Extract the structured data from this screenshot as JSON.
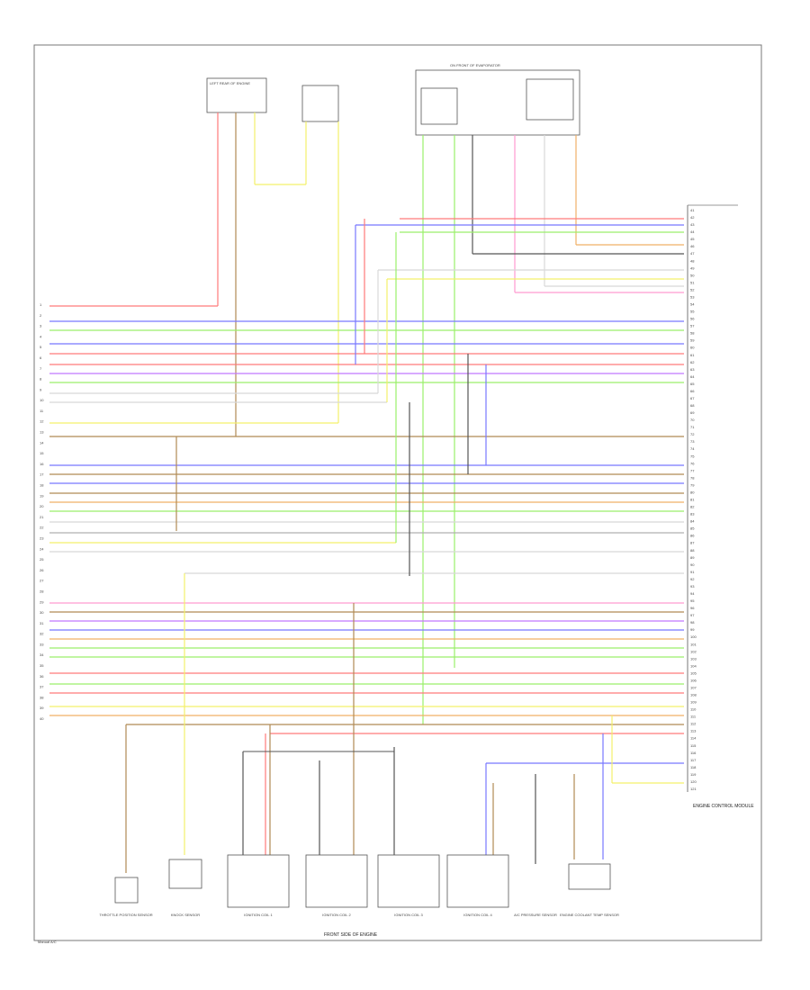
{
  "colors": {
    "red": "#ff7a7a",
    "pink": "#ff9ad0",
    "blue": "#7878ff",
    "green": "#9aef6a",
    "yellow": "#f4f06a",
    "orange": "#f0b066",
    "brown": "#b08a54",
    "violet": "#c078ff",
    "gray": "#b0b0b0",
    "black": "#555555",
    "white": "#d8d8d8"
  },
  "diagram": {
    "sheet_title": "Manual A/C",
    "top_left_component": "LEFT REAR OF ENGINE",
    "top_right_component": "ON FRONT OF EVAPORATOR",
    "right_module": "ENGINE CONTROL MODULE",
    "bottom_center_label": "FRONT SIDE OF ENGINE",
    "bottom_components": [
      "THROTTLE POSITION SENSOR",
      "KNOCK SENSOR",
      "IGNITION COIL 1",
      "IGNITION COIL 2",
      "IGNITION COIL 3",
      "IGNITION COIL 4",
      "A/C PRESSURE SENSOR",
      "ENGINE COOLANT TEMP SENSOR"
    ],
    "left_pins": [
      "1",
      "2",
      "3",
      "4",
      "5",
      "6",
      "7",
      "8",
      "9",
      "10",
      "11",
      "12",
      "13",
      "14",
      "15",
      "16",
      "17",
      "18",
      "19",
      "20",
      "21",
      "22",
      "23",
      "24",
      "25",
      "26",
      "27",
      "28",
      "29",
      "30",
      "31",
      "32",
      "33",
      "34",
      "35",
      "36",
      "37",
      "38",
      "39",
      "40"
    ],
    "right_pins": [
      "41",
      "42",
      "43",
      "44",
      "45",
      "46",
      "47",
      "48",
      "49",
      "50",
      "51",
      "52",
      "53",
      "54",
      "55",
      "56",
      "57",
      "58",
      "59",
      "60",
      "61",
      "62",
      "63",
      "64",
      "65",
      "66",
      "67",
      "68",
      "69",
      "70",
      "71",
      "72",
      "73",
      "74",
      "75",
      "76",
      "77",
      "78",
      "79",
      "80",
      "81",
      "82",
      "83",
      "84",
      "85",
      "86",
      "87",
      "88",
      "89",
      "90",
      "91",
      "92",
      "93",
      "94",
      "95",
      "96",
      "97",
      "98",
      "99",
      "100",
      "101",
      "102",
      "103",
      "104",
      "105",
      "106",
      "107",
      "108",
      "109",
      "110",
      "111",
      "112",
      "113",
      "114",
      "115",
      "116",
      "117",
      "118",
      "119",
      "120",
      "121"
    ]
  }
}
